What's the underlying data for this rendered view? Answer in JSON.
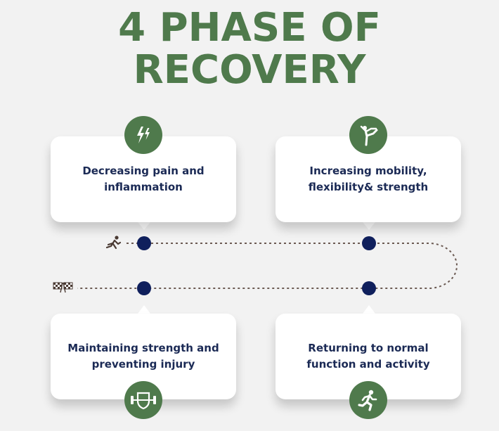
{
  "title": {
    "line1": "4 PHASE OF",
    "line2": "RECOVERY"
  },
  "phases": [
    {
      "line1": "Decreasing pain and",
      "line2": "inflammation",
      "icon": "lightning-icon"
    },
    {
      "line1": "Increasing mobility,",
      "line2": "flexibility& strength",
      "icon": "yoga-pose-icon"
    },
    {
      "line1": "Maintaining strength and",
      "line2": "preventing injury",
      "icon": "shield-weights-icon"
    },
    {
      "line1": "Returning to normal",
      "line2": "function and activity",
      "icon": "running-person-icon"
    }
  ],
  "colors": {
    "accent_green": "#4f7a4c",
    "text_navy": "#1b2a55",
    "dot_navy": "#0f1f5c",
    "track_brown": "#6b5a52",
    "background": "#f2f2f2"
  },
  "markers": {
    "start_icon": "runner-start-icon",
    "finish_icon": "checkered-flags-icon"
  }
}
